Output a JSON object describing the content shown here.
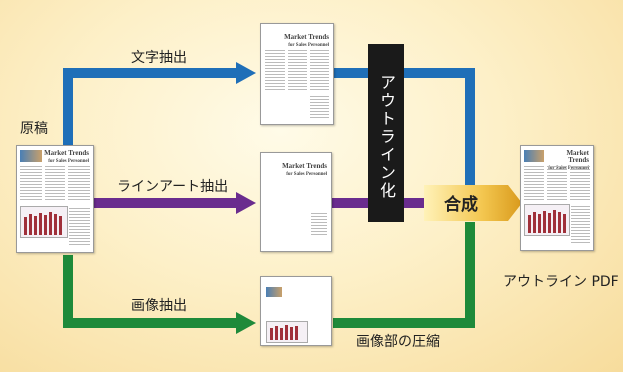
{
  "labels": {
    "source": "原稿",
    "text_extract": "文字抽出",
    "line_art_extract": "ラインアート抽出",
    "image_extract": "画像抽出",
    "outline": "アウトライン化",
    "merge": "合成",
    "output": "アウトライン PDF",
    "compress": "画像部の圧縮"
  },
  "document": {
    "title_line1": "Market Trends",
    "title_line2": "for Sales Personnel"
  },
  "colors": {
    "blue": "#1f6fb8",
    "purple": "#6a2c8e",
    "green": "#1e8a3a",
    "black_bar": "#1a1a1a",
    "merge_gold": "#e8b84a"
  }
}
